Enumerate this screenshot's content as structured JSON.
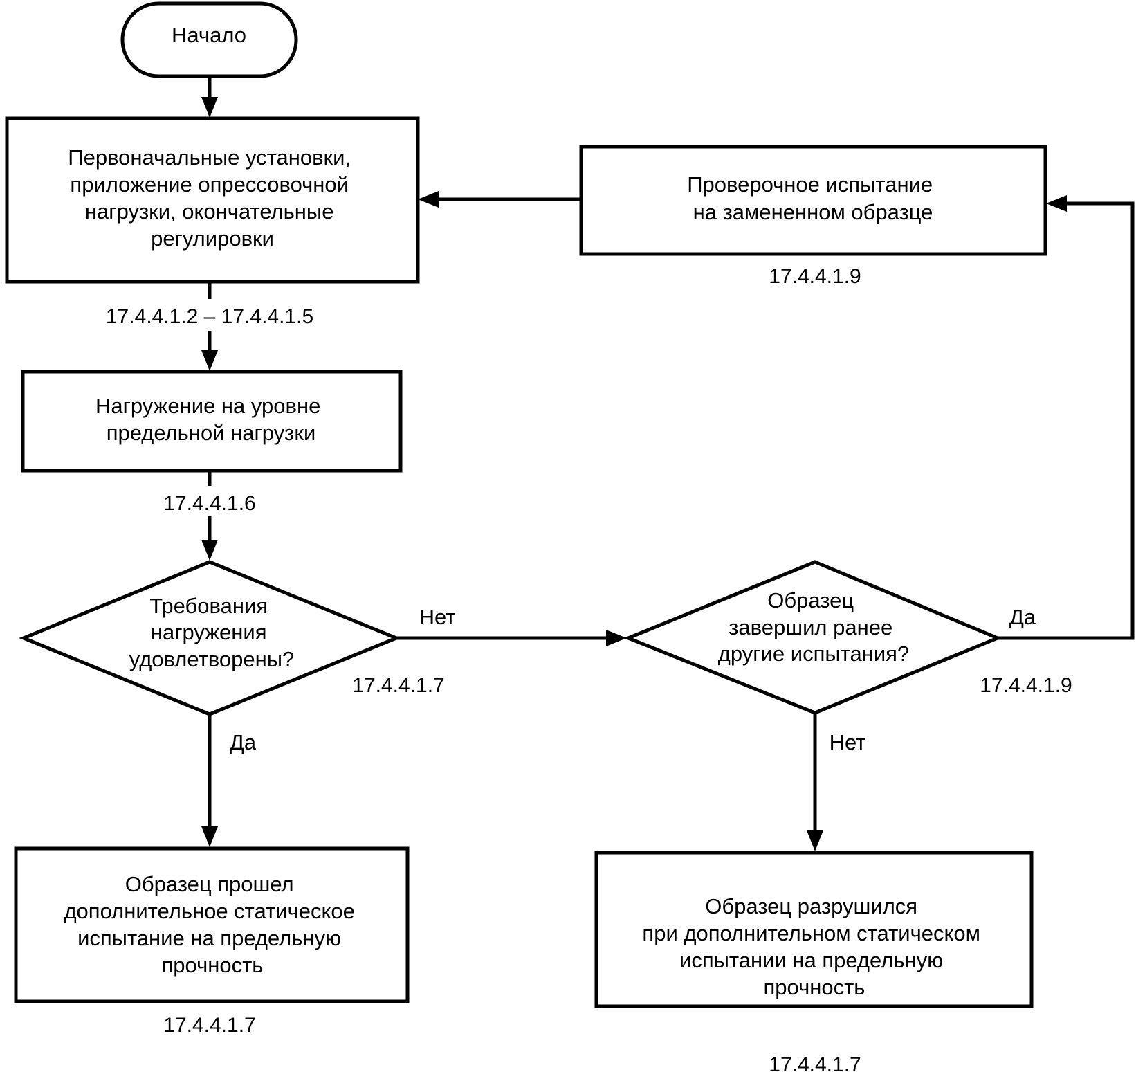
{
  "nodes": {
    "start": {
      "text": "Начало"
    },
    "setup": {
      "lines": [
        "Первоначальные установки,",
        "приложение опрессовочной",
        "нагрузки, окончательные",
        "регулировки"
      ]
    },
    "verify": {
      "lines": [
        "Проверочное испытание",
        "на замененном образце"
      ]
    },
    "load": {
      "lines": [
        "Нагружение на уровне",
        "предельной нагрузки"
      ]
    },
    "decision1": {
      "lines": [
        "Требования",
        "нагружения",
        "удовлетворены?"
      ]
    },
    "decision2": {
      "lines": [
        "Образец",
        "завершил ранее",
        "другие испытания?"
      ]
    },
    "passed": {
      "lines": [
        "Образец прошел",
        "дополнительное статическое",
        "испытание на предельную",
        "прочность"
      ]
    },
    "failed": {
      "lines": [
        "Образец разрушился",
        "при дополнительном статическом",
        "испытании на предельную",
        "прочность"
      ]
    }
  },
  "refs": {
    "setup": "17.4.4.1.2 – 17.4.4.1.5",
    "load": "17.4.4.1.6",
    "decision1": "17.4.4.1.7",
    "verify": "17.4.4.1.9",
    "decision2": "17.4.4.1.9",
    "passed": "17.4.4.1.7",
    "failed": "17.4.4.1.7"
  },
  "edge_labels": {
    "d1_no": "Нет",
    "d1_yes": "Да",
    "d2_yes": "Да",
    "d2_no": "Нет"
  }
}
